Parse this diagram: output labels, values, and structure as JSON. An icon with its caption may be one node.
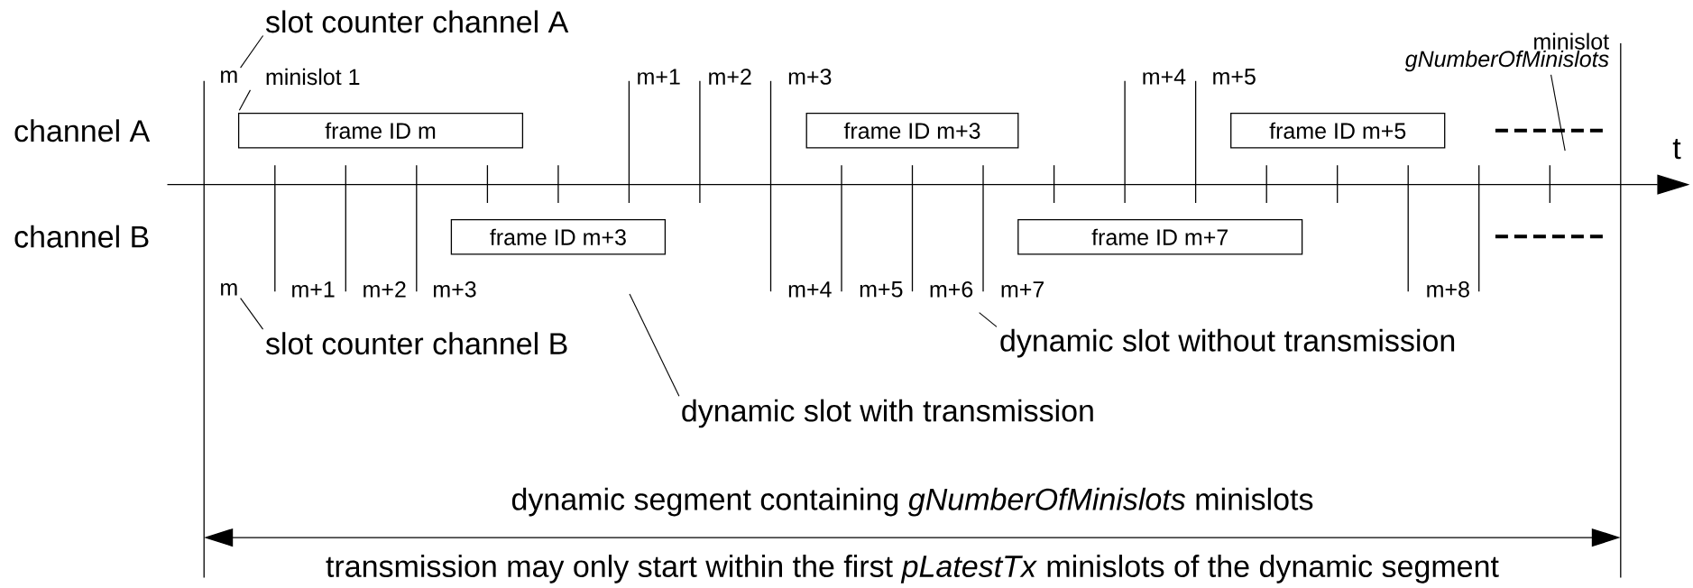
{
  "diagram": {
    "nodes": [
      {
        "text": [
          "slot counter channel A"
        ]
      },
      {
        "text": [
          "m"
        ]
      },
      {
        "text": [
          "minislot 1"
        ]
      },
      {
        "text": [
          "minislot *gNumberOfMinislots*"
        ]
      },
      {
        "text": [
          "frame ID m"
        ]
      },
      {
        "text": [
          "frame ID m+3"
        ]
      },
      {
        "text": [
          "frame ID m+5"
        ]
      },
      {
        "text": [
          "frame ID m+3"
        ]
      },
      {
        "text": [
          "frame ID m+7"
        ]
      },
      {
        "text": [
          "m"
        ]
      },
      {
        "text": [
          "slot counter channel B"
        ]
      },
      {
        "text": [
          "dynamic slot without transmission"
        ]
      },
      {
        "text": [
          "dynamic slot with transmission"
        ]
      }
    ],
    "edges": [
      {
        "from": 0,
        "to": 1,
        "arrow": "none"
      },
      {
        "from": 2,
        "to": 4,
        "arrow": "none"
      },
      {
        "from": 3,
        "to": null,
        "arrow": "none"
      },
      {
        "from": 10,
        "to": 9,
        "arrow": "none"
      },
      {
        "from": 11,
        "to": null,
        "arrow": "none"
      },
      {
        "from": 12,
        "to": null,
        "arrow": "none"
      }
    ],
    "labels": [
      "m+1",
      "m+2",
      "m+3",
      "m+4",
      "m+5",
      "channel A",
      "t",
      "channel B",
      "m+1",
      "m+2",
      "m+3",
      "m+4",
      "m+5",
      "m+6",
      "m+7",
      "m+8",
      "dynamic segment containing *gNumberOfMinislots* minislots",
      "transmission may only start within the first *pLatestTx* minislots of the dynamic segment"
    ]
  }
}
